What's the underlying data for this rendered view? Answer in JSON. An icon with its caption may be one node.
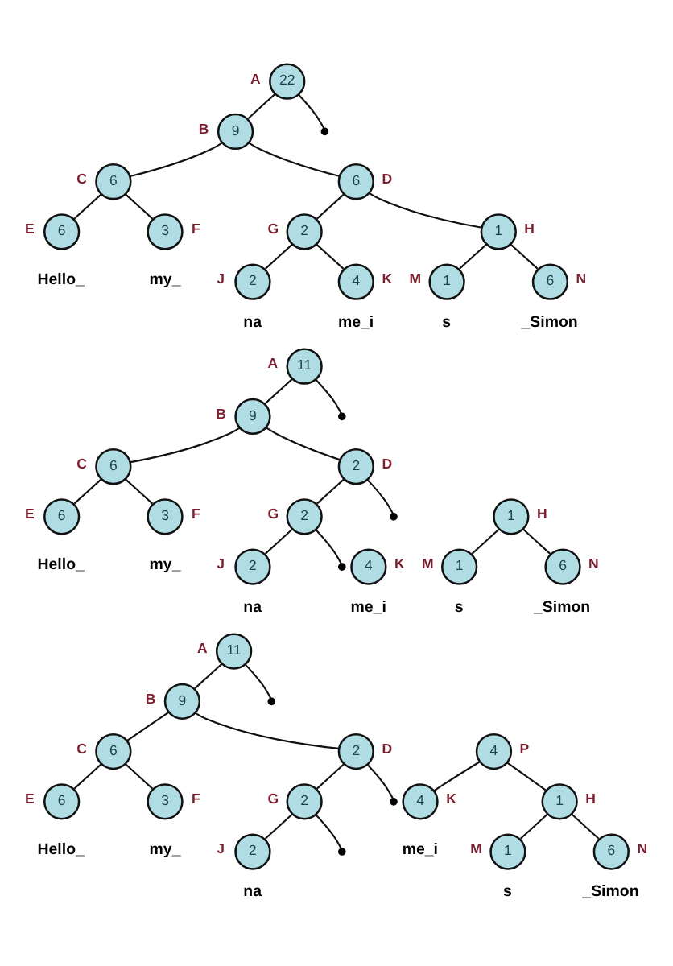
{
  "diagram": {
    "nodes": [
      {
        "text": [
          "22"
        ],
        "beside": [
          "A"
        ]
      },
      {
        "text": [],
        "shape": "dot"
      },
      {
        "text": [
          "9"
        ],
        "beside": [
          "B"
        ]
      },
      {
        "text": [
          "6"
        ],
        "beside": [
          "C"
        ]
      },
      {
        "text": [
          "6"
        ],
        "beside": [
          "D"
        ]
      },
      {
        "text": [
          "6"
        ],
        "beside": [
          "E",
          "Hello_"
        ]
      },
      {
        "text": [
          "3"
        ],
        "beside": [
          "F",
          "my_"
        ]
      },
      {
        "text": [
          "2"
        ],
        "beside": [
          "G"
        ]
      },
      {
        "text": [
          "1"
        ],
        "beside": [
          "H"
        ]
      },
      {
        "text": [
          "2"
        ],
        "beside": [
          "J",
          "na"
        ]
      },
      {
        "text": [
          "4"
        ],
        "beside": [
          "K",
          "me_i"
        ]
      },
      {
        "text": [
          "1"
        ],
        "beside": [
          "M",
          "s"
        ]
      },
      {
        "text": [
          "6"
        ],
        "beside": [
          "N",
          "_Simon"
        ]
      },
      {
        "text": [
          "11"
        ],
        "beside": [
          "A"
        ]
      },
      {
        "text": [],
        "shape": "dot"
      },
      {
        "text": [
          "9"
        ],
        "beside": [
          "B"
        ]
      },
      {
        "text": [
          "6"
        ],
        "beside": [
          "C"
        ]
      },
      {
        "text": [
          "2"
        ],
        "beside": [
          "D"
        ]
      },
      {
        "text": [],
        "shape": "dot"
      },
      {
        "text": [
          "6"
        ],
        "beside": [
          "E",
          "Hello_"
        ]
      },
      {
        "text": [
          "3"
        ],
        "beside": [
          "F",
          "my_"
        ]
      },
      {
        "text": [
          "2"
        ],
        "beside": [
          "G"
        ]
      },
      {
        "text": [
          "1"
        ],
        "beside": [
          "H"
        ]
      },
      {
        "text": [],
        "shape": "dot"
      },
      {
        "text": [
          "2"
        ],
        "beside": [
          "J",
          "na"
        ]
      },
      {
        "text": [
          "4"
        ],
        "beside": [
          "K",
          "me_i"
        ]
      },
      {
        "text": [
          "1"
        ],
        "beside": [
          "M",
          "s"
        ]
      },
      {
        "text": [
          "6"
        ],
        "beside": [
          "N",
          "_Simon"
        ]
      },
      {
        "text": [
          "11"
        ],
        "beside": [
          "A"
        ]
      },
      {
        "text": [],
        "shape": "dot"
      },
      {
        "text": [
          "9"
        ],
        "beside": [
          "B"
        ]
      },
      {
        "text": [
          "6"
        ],
        "beside": [
          "C"
        ]
      },
      {
        "text": [
          "2"
        ],
        "beside": [
          "D"
        ]
      },
      {
        "text": [
          "4"
        ],
        "beside": [
          "P"
        ]
      },
      {
        "text": [],
        "shape": "dot"
      },
      {
        "text": [
          "6"
        ],
        "beside": [
          "E",
          "Hello_"
        ]
      },
      {
        "text": [
          "3"
        ],
        "beside": [
          "F",
          "my_"
        ]
      },
      {
        "text": [
          "2"
        ],
        "beside": [
          "G"
        ]
      },
      {
        "text": [
          "4"
        ],
        "beside": [
          "K",
          "me_i"
        ]
      },
      {
        "text": [
          "1"
        ],
        "beside": [
          "H"
        ]
      },
      {
        "text": [],
        "shape": "dot"
      },
      {
        "text": [
          "2"
        ],
        "beside": [
          "J",
          "na"
        ]
      },
      {
        "text": [
          "1"
        ],
        "beside": [
          "M",
          "s"
        ]
      },
      {
        "text": [
          "6"
        ],
        "beside": [
          "N",
          "_Simon"
        ]
      }
    ],
    "edges": [
      {
        "from": 0,
        "to": 2,
        "arrow": "none"
      },
      {
        "from": 0,
        "to": 1,
        "arrow": "none"
      },
      {
        "from": 2,
        "to": 3,
        "arrow": "none"
      },
      {
        "from": 2,
        "to": 4,
        "arrow": "none"
      },
      {
        "from": 3,
        "to": 5,
        "arrow": "none"
      },
      {
        "from": 3,
        "to": 6,
        "arrow": "none"
      },
      {
        "from": 4,
        "to": 7,
        "arrow": "none"
      },
      {
        "from": 4,
        "to": 8,
        "arrow": "none"
      },
      {
        "from": 7,
        "to": 9,
        "arrow": "none"
      },
      {
        "from": 7,
        "to": 10,
        "arrow": "none"
      },
      {
        "from": 8,
        "to": 11,
        "arrow": "none"
      },
      {
        "from": 8,
        "to": 12,
        "arrow": "none"
      },
      {
        "from": 13,
        "to": 15,
        "arrow": "none"
      },
      {
        "from": 13,
        "to": 14,
        "arrow": "none"
      },
      {
        "from": 15,
        "to": 16,
        "arrow": "none"
      },
      {
        "from": 15,
        "to": 17,
        "arrow": "none"
      },
      {
        "from": 16,
        "to": 19,
        "arrow": "none"
      },
      {
        "from": 16,
        "to": 20,
        "arrow": "none"
      },
      {
        "from": 17,
        "to": 21,
        "arrow": "none"
      },
      {
        "from": 17,
        "to": 18,
        "arrow": "none"
      },
      {
        "from": 21,
        "to": 24,
        "arrow": "none"
      },
      {
        "from": 21,
        "to": 23,
        "arrow": "none"
      },
      {
        "from": 22,
        "to": 26,
        "arrow": "none"
      },
      {
        "from": 22,
        "to": 27,
        "arrow": "none"
      },
      {
        "from": 28,
        "to": 30,
        "arrow": "none"
      },
      {
        "from": 28,
        "to": 29,
        "arrow": "none"
      },
      {
        "from": 30,
        "to": 31,
        "arrow": "none"
      },
      {
        "from": 30,
        "to": 32,
        "arrow": "none"
      },
      {
        "from": 31,
        "to": 35,
        "arrow": "none"
      },
      {
        "from": 31,
        "to": 36,
        "arrow": "none"
      },
      {
        "from": 32,
        "to": 37,
        "arrow": "none"
      },
      {
        "from": 32,
        "to": 34,
        "arrow": "none"
      },
      {
        "from": 37,
        "to": 41,
        "arrow": "none"
      },
      {
        "from": 37,
        "to": 40,
        "arrow": "none"
      },
      {
        "from": 33,
        "to": 38,
        "arrow": "none"
      },
      {
        "from": 33,
        "to": 39,
        "arrow": "none"
      },
      {
        "from": 39,
        "to": 42,
        "arrow": "none"
      },
      {
        "from": 39,
        "to": 43,
        "arrow": "none"
      }
    ]
  }
}
